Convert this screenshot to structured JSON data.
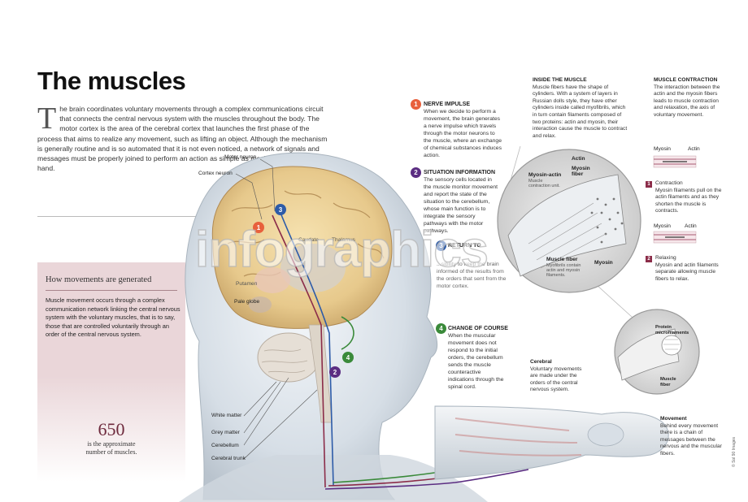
{
  "title": "The muscles",
  "intro": {
    "dropcap": "T",
    "text": "he brain coordinates voluntary movements through a complex communications circuit that connects the central nervous system with the muscles throughout the body. The motor cortex is the area of the cerebral cortex that launches the first phase of the process that aims to realize any movement, such as lifting an object. Although the mechanism is generally routine and is so automated that it is not even noticed, a network of signals and messages must be properly joined to perform an action as simple as moving the fingers of one hand."
  },
  "how_movements": {
    "heading": "How movements are generated",
    "text": "Muscle movement occurs through a complex communication network linking the central nervous system with the voluntary muscles, that is to say, those that are controlled voluntarily through an order of the central nervous system."
  },
  "fact": {
    "number": "650",
    "caption_line1": "is the approximate",
    "caption_line2": "number of muscles."
  },
  "brain_labels": {
    "motor_neuron": "Motor neuron",
    "cortex_neuron": "Cortex neuron",
    "caudate": "Caudate",
    "thalamus": "Thalamus",
    "putamen": "Putamen",
    "pale_globe": "Pale globe",
    "white_matter": "White matter",
    "grey_matter": "Grey matter",
    "cerebellum": "Cerebellum",
    "cerebral_trunk": "Cerebral trunk"
  },
  "steps": [
    {
      "num": "1",
      "title": "NERVE IMPULSE",
      "text": "When we decide to perform a movement, the brain generates a nerve impulse which travels through the motor neurons to the muscle, where an exchange of chemical substances induces action.",
      "color": "#e8603c"
    },
    {
      "num": "2",
      "title": "SITUATION INFORMATION",
      "text": "The sensory cells located in the muscle monitor movement and report the state of the situation to the cerebellum, whose main function is to integrate the sensory pathways with the motor pathways.",
      "color": "#5b2d82"
    },
    {
      "num": "3",
      "title": "RETURN TO",
      "text": "...sibility to keep the brain informed of the results from the orders that sent from the motor cortex.",
      "color": "#2d5ba8"
    },
    {
      "num": "4",
      "title": "CHANGE OF COURSE",
      "text": "When the muscular movement does not respond to the initial orders, the cerebellum sends the muscle counteractive indications through the spinal cord.",
      "color": "#3a8a3a"
    }
  ],
  "inside_muscle": {
    "heading": "INSIDE THE MUSCLE",
    "text": "Muscle fibers have the shape of cylinders. With a system of layers in Russian dolls style, they have other cylinders inside called myofibrils, which in turn contain filaments composed of two proteins: actin and myosin, their interaction cause the muscle to contract and relax."
  },
  "circle_labels": {
    "actin": "Actin",
    "myosin_fiber": "Myosin fiber",
    "myosin_actin": "Myosin-actin",
    "myosin_actin_sub": "Muscle contraction unit.",
    "muscle_fiber": "Muscle fiber",
    "muscle_fiber_sub": "Myofibrils contain actin and myosin filaments.",
    "myosin": "Myosin"
  },
  "muscle_contraction": {
    "heading": "MUSCLE CONTRACTION",
    "text": "The interaction between the actin and the myosin fibers leads to muscle contraction and relaxation, the axis of voluntary movement.",
    "myosin": "Myosin",
    "actin": "Actin",
    "contraction_num": "1",
    "contraction_title": "Contraction",
    "contraction_text": "Myosin filaments pull on the actin filaments and as they shorten the muscle is contracts.",
    "relaxing_num": "2",
    "relaxing_title": "Relaxing",
    "relaxing_text": "Myosin and actin filaments separate allowing muscle fibers to relax."
  },
  "small_circle": {
    "protein": "Protein microfilaments",
    "muscle_fiber": "Muscle fiber"
  },
  "cerebral": {
    "heading": "Cerebral",
    "text": "Voluntary movements are made under the orders of the central nervous system."
  },
  "movement": {
    "heading": "Movement",
    "text": "Behind every movement there is a chain of messages between the nervous and the muscular fibers."
  },
  "watermark": "infographics",
  "credit": "© Sol 90 Images",
  "colors": {
    "accent": "#8b2c49",
    "box": "#ead6d9",
    "step1": "#e8603c",
    "step2": "#5b2d82",
    "step3": "#2d5ba8",
    "step4": "#3a8a3a"
  }
}
